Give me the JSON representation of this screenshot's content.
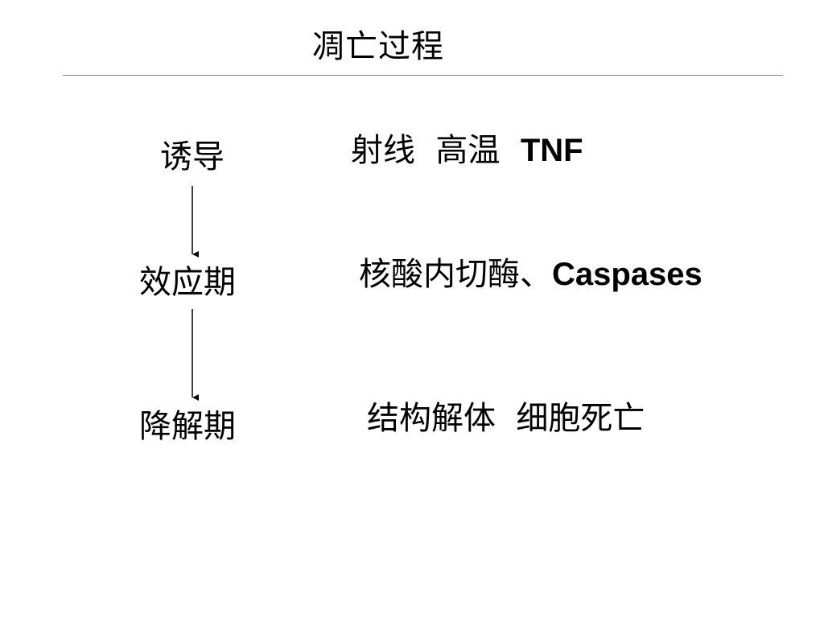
{
  "slide": {
    "title": "凋亡过程"
  },
  "stages": [
    {
      "label": "诱导",
      "detail_cn": "射线  高温  ",
      "detail_latin": "TNF"
    },
    {
      "label": "效应期",
      "detail_cn": "核酸内切酶、",
      "detail_latin": "Caspases"
    },
    {
      "label": "降解期",
      "detail_cn": "结构解体  细胞死亡",
      "detail_latin": ""
    }
  ],
  "colors": {
    "text": "#000000",
    "rule": "#7f7f7f",
    "background": "#ffffff"
  }
}
